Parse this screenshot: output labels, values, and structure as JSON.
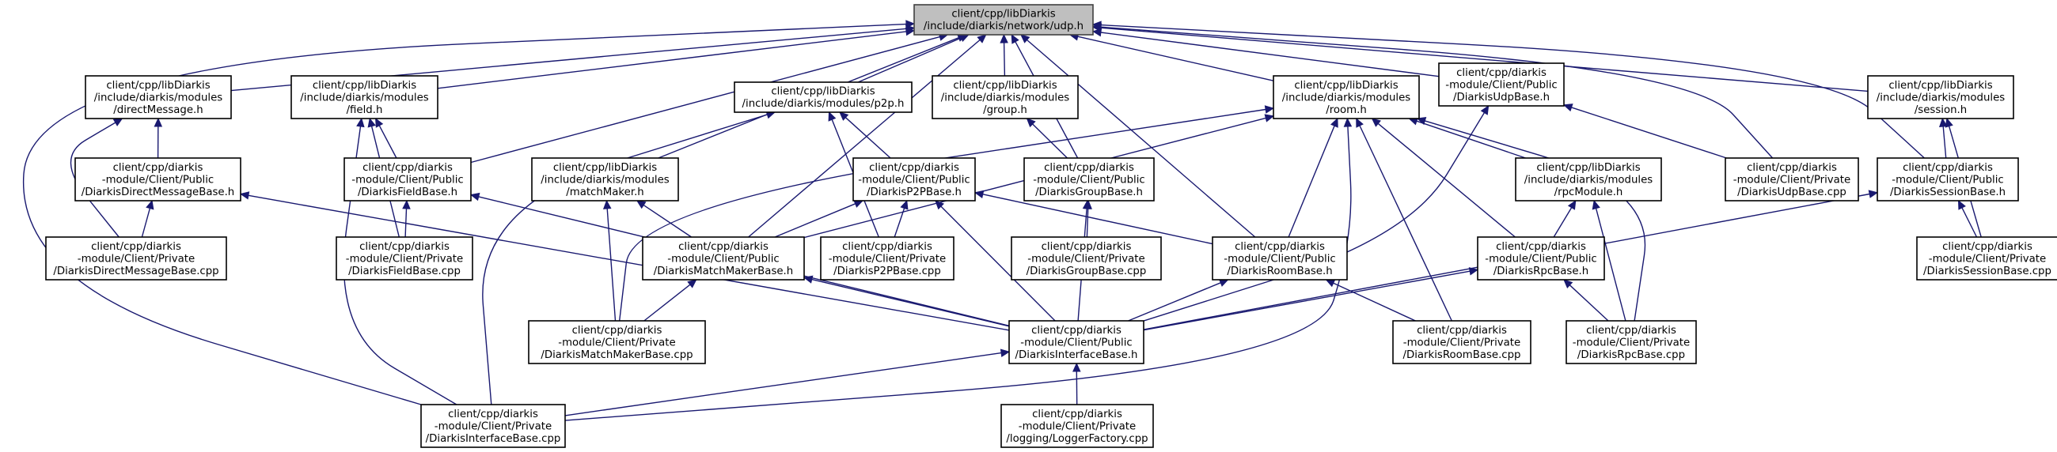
{
  "graph": {
    "colors": {
      "edge": "#191970",
      "root_fill": "#bfbfbf",
      "node_fill": "#ffffff",
      "node_border": "#000000"
    },
    "nodes": [
      {
        "id": "udp_h",
        "lines": [
          "client/cpp/libDiarkis",
          "/include/diarkis/network/udp.h"
        ],
        "root": true
      },
      {
        "id": "dm_h",
        "lines": [
          "client/cpp/libDiarkis",
          "/include/diarkis/modules",
          "/directMessage.h"
        ]
      },
      {
        "id": "field_h",
        "lines": [
          "client/cpp/libDiarkis",
          "/include/diarkis/modules",
          "/field.h"
        ]
      },
      {
        "id": "p2p_h",
        "lines": [
          "client/cpp/libDiarkis",
          "/include/diarkis/modules/p2p.h"
        ]
      },
      {
        "id": "group_h",
        "lines": [
          "client/cpp/libDiarkis",
          "/include/diarkis/modules",
          "/group.h"
        ]
      },
      {
        "id": "room_h",
        "lines": [
          "client/cpp/libDiarkis",
          "/include/diarkis/modules",
          "/room.h"
        ]
      },
      {
        "id": "udpbase_h",
        "lines": [
          "client/cpp/diarkis",
          "-module/Client/Public",
          "/DiarkisUdpBase.h"
        ]
      },
      {
        "id": "session_h",
        "lines": [
          "client/cpp/libDiarkis",
          "/include/diarkis/modules",
          "/session.h"
        ]
      },
      {
        "id": "dmbase_h",
        "lines": [
          "client/cpp/diarkis",
          "-module/Client/Public",
          "/DiarkisDirectMessageBase.h"
        ]
      },
      {
        "id": "fieldbase_h",
        "lines": [
          "client/cpp/diarkis",
          "-module/Client/Public",
          "/DiarkisFieldBase.h"
        ]
      },
      {
        "id": "mm_h",
        "lines": [
          "client/cpp/libDiarkis",
          "/include/diarkis/modules",
          "/matchMaker.h"
        ]
      },
      {
        "id": "p2pbase_h",
        "lines": [
          "client/cpp/diarkis",
          "-module/Client/Public",
          "/DiarkisP2PBase.h"
        ]
      },
      {
        "id": "groupbase_h",
        "lines": [
          "client/cpp/diarkis",
          "-module/Client/Public",
          "/DiarkisGroupBase.h"
        ]
      },
      {
        "id": "rpcmodule_h",
        "lines": [
          "client/cpp/libDiarkis",
          "/include/diarkis/modules",
          "/rpcModule.h"
        ]
      },
      {
        "id": "udpbase_cpp",
        "lines": [
          "client/cpp/diarkis",
          "-module/Client/Private",
          "/DiarkisUdpBase.cpp"
        ]
      },
      {
        "id": "sessionbase_h",
        "lines": [
          "client/cpp/diarkis",
          "-module/Client/Public",
          "/DiarkisSessionBase.h"
        ]
      },
      {
        "id": "dmbase_cpp",
        "lines": [
          "client/cpp/diarkis",
          "-module/Client/Private",
          "/DiarkisDirectMessageBase.cpp"
        ]
      },
      {
        "id": "fieldbase_cpp",
        "lines": [
          "client/cpp/diarkis",
          "-module/Client/Private",
          "/DiarkisFieldBase.cpp"
        ]
      },
      {
        "id": "mmbase_h",
        "lines": [
          "client/cpp/diarkis",
          "-module/Client/Public",
          "/DiarkisMatchMakerBase.h"
        ]
      },
      {
        "id": "p2pbase_cpp",
        "lines": [
          "client/cpp/diarkis",
          "-module/Client/Private",
          "/DiarkisP2PBase.cpp"
        ]
      },
      {
        "id": "groupbase_cpp",
        "lines": [
          "client/cpp/diarkis",
          "-module/Client/Private",
          "/DiarkisGroupBase.cpp"
        ]
      },
      {
        "id": "roombase_h",
        "lines": [
          "client/cpp/diarkis",
          "-module/Client/Public",
          "/DiarkisRoomBase.h"
        ]
      },
      {
        "id": "rpcbase_h",
        "lines": [
          "client/cpp/diarkis",
          "-module/Client/Public",
          "/DiarkisRpcBase.h"
        ]
      },
      {
        "id": "sessionbase_cpp",
        "lines": [
          "client/cpp/diarkis",
          "-module/Client/Private",
          "/DiarkisSessionBase.cpp"
        ]
      },
      {
        "id": "mmbase_cpp",
        "lines": [
          "client/cpp/diarkis",
          "-module/Client/Private",
          "/DiarkisMatchMakerBase.cpp"
        ]
      },
      {
        "id": "ifbase_h",
        "lines": [
          "client/cpp/diarkis",
          "-module/Client/Public",
          "/DiarkisInterfaceBase.h"
        ]
      },
      {
        "id": "roombase_cpp",
        "lines": [
          "client/cpp/diarkis",
          "-module/Client/Private",
          "/DiarkisRoomBase.cpp"
        ]
      },
      {
        "id": "rpcbase_cpp",
        "lines": [
          "client/cpp/diarkis",
          "-module/Client/Private",
          "/DiarkisRpcBase.cpp"
        ]
      },
      {
        "id": "ifbase_cpp",
        "lines": [
          "client/cpp/diarkis",
          "-module/Client/Private",
          "/DiarkisInterfaceBase.cpp"
        ]
      },
      {
        "id": "logger_cpp",
        "lines": [
          "client/cpp/diarkis",
          "-module/Client/Private",
          "/logging/LoggerFactory.cpp"
        ]
      }
    ],
    "edges": [
      [
        "dm_h",
        "udp_h"
      ],
      [
        "field_h",
        "udp_h"
      ],
      [
        "p2p_h",
        "udp_h"
      ],
      [
        "group_h",
        "udp_h"
      ],
      [
        "room_h",
        "udp_h"
      ],
      [
        "udpbase_h",
        "udp_h"
      ],
      [
        "session_h",
        "udp_h"
      ],
      [
        "fieldbase_h",
        "udp_h"
      ],
      [
        "mm_h",
        "udp_h"
      ],
      [
        "mmbase_h",
        "udp_h"
      ],
      [
        "groupbase_h",
        "udp_h"
      ],
      [
        "roombase_h",
        "udp_h"
      ],
      [
        "udpbase_cpp",
        "udp_h"
      ],
      [
        "sessionbase_h",
        "udp_h"
      ],
      [
        "ifbase_cpp",
        "udp_h"
      ],
      [
        "dmbase_h",
        "dm_h"
      ],
      [
        "dmbase_cpp",
        "dm_h"
      ],
      [
        "dmbase_cpp",
        "dmbase_h"
      ],
      [
        "ifbase_h",
        "dmbase_h"
      ],
      [
        "fieldbase_h",
        "field_h"
      ],
      [
        "fieldbase_cpp",
        "field_h"
      ],
      [
        "ifbase_cpp",
        "field_h"
      ],
      [
        "fieldbase_cpp",
        "fieldbase_h"
      ],
      [
        "ifbase_h",
        "fieldbase_h"
      ],
      [
        "p2pbase_h",
        "p2p_h"
      ],
      [
        "p2pbase_cpp",
        "p2p_h"
      ],
      [
        "ifbase_cpp",
        "p2p_h"
      ],
      [
        "mmbase_h",
        "p2pbase_h"
      ],
      [
        "p2pbase_cpp",
        "p2pbase_h"
      ],
      [
        "ifbase_h",
        "p2pbase_h"
      ],
      [
        "roombase_h",
        "p2pbase_h"
      ],
      [
        "groupbase_h",
        "group_h"
      ],
      [
        "groupbase_cpp",
        "groupbase_h"
      ],
      [
        "ifbase_h",
        "groupbase_h"
      ],
      [
        "mmbase_h",
        "mm_h"
      ],
      [
        "mmbase_cpp",
        "mm_h"
      ],
      [
        "mmbase_cpp",
        "mmbase_h"
      ],
      [
        "ifbase_h",
        "mmbase_h"
      ],
      [
        "roombase_h",
        "room_h"
      ],
      [
        "rpcmodule_h",
        "room_h"
      ],
      [
        "rpcbase_h",
        "room_h"
      ],
      [
        "roombase_cpp",
        "room_h"
      ],
      [
        "rpcbase_cpp",
        "room_h"
      ],
      [
        "mmbase_h",
        "room_h"
      ],
      [
        "mmbase_cpp",
        "room_h"
      ],
      [
        "ifbase_cpp",
        "room_h"
      ],
      [
        "rpcbase_h",
        "rpcmodule_h"
      ],
      [
        "rpcbase_cpp",
        "rpcmodule_h"
      ],
      [
        "ifbase_h",
        "roombase_h"
      ],
      [
        "roombase_cpp",
        "roombase_h"
      ],
      [
        "ifbase_h",
        "rpcbase_h"
      ],
      [
        "rpcbase_cpp",
        "rpcbase_h"
      ],
      [
        "udpbase_cpp",
        "udpbase_h"
      ],
      [
        "ifbase_h",
        "udpbase_h"
      ],
      [
        "sessionbase_h",
        "session_h"
      ],
      [
        "sessionbase_cpp",
        "session_h"
      ],
      [
        "sessionbase_cpp",
        "sessionbase_h"
      ],
      [
        "ifbase_h",
        "sessionbase_h"
      ],
      [
        "ifbase_cpp",
        "ifbase_h"
      ],
      [
        "logger_cpp",
        "ifbase_h"
      ]
    ]
  }
}
